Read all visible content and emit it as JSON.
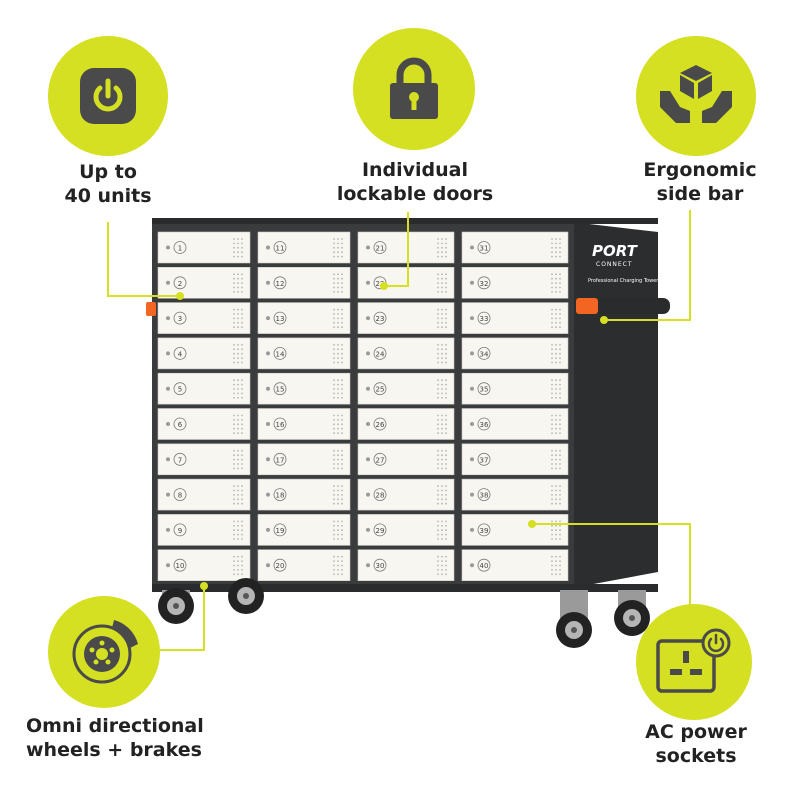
{
  "features": {
    "units": {
      "line1": "Up to",
      "line2": "40 units",
      "icon": "power-icon"
    },
    "doors": {
      "line1": "Individual",
      "line2": "lockable doors",
      "icon": "padlock-icon"
    },
    "sidebar": {
      "line1": "Ergonomic",
      "line2": "side bar",
      "icon": "box-in-hands-icon"
    },
    "wheels": {
      "line1": "Omni directional",
      "line2": "wheels  + brakes",
      "icon": "disc-brake-icon"
    },
    "power": {
      "line1": "AC power",
      "line2": "sockets",
      "icon": "ac-socket-icon"
    }
  },
  "brand": {
    "name": "PORT",
    "sub": "CONNECT",
    "tagline": "Professional Charging Tower"
  },
  "lockers": {
    "columns": [
      [
        "1",
        "2",
        "3",
        "4",
        "5",
        "6",
        "7",
        "8",
        "9",
        "10"
      ],
      [
        "11",
        "12",
        "13",
        "14",
        "15",
        "16",
        "17",
        "18",
        "19",
        "20"
      ],
      [
        "21",
        "22",
        "23",
        "24",
        "25",
        "26",
        "27",
        "28",
        "29",
        "30"
      ],
      [
        "31",
        "32",
        "33",
        "34",
        "35",
        "36",
        "37",
        "38",
        "39",
        "40"
      ]
    ]
  },
  "colors": {
    "accent": "#d4e021",
    "cabinet": "#3a3b3d",
    "door": "#f7f6f1",
    "handle": "#f26522",
    "icon": "#4a4a4a"
  }
}
